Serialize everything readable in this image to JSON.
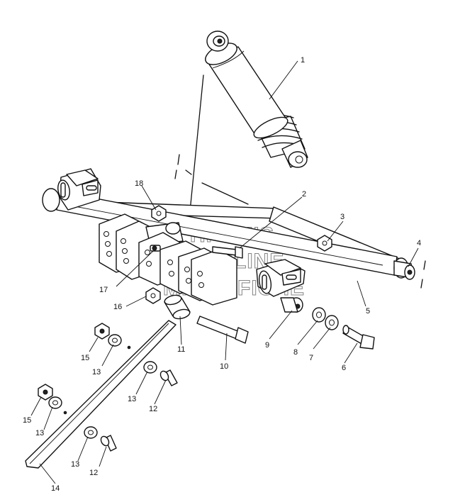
{
  "watermark": {
    "line1": "HI-SM'S",
    "line2": "ONLINE",
    "line3": "MICROFICHE"
  },
  "callouts": [
    {
      "id": "1",
      "label": "1"
    },
    {
      "id": "2",
      "label": "2"
    },
    {
      "id": "3",
      "label": "3"
    },
    {
      "id": "4",
      "label": "4"
    },
    {
      "id": "5",
      "label": "5"
    },
    {
      "id": "6",
      "label": "6"
    },
    {
      "id": "7",
      "label": "7"
    },
    {
      "id": "8",
      "label": "8"
    },
    {
      "id": "9",
      "label": "9"
    },
    {
      "id": "10",
      "label": "10"
    },
    {
      "id": "11",
      "label": "11"
    },
    {
      "id": "12a",
      "label": "12"
    },
    {
      "id": "12b",
      "label": "12"
    },
    {
      "id": "13a",
      "label": "13"
    },
    {
      "id": "13b",
      "label": "13"
    },
    {
      "id": "13c",
      "label": "13"
    },
    {
      "id": "13d",
      "label": "13"
    },
    {
      "id": "14",
      "label": "14"
    },
    {
      "id": "15a",
      "label": "15"
    },
    {
      "id": "15b",
      "label": "15"
    },
    {
      "id": "16",
      "label": "16"
    },
    {
      "id": "17",
      "label": "17"
    },
    {
      "id": "18",
      "label": "18"
    }
  ]
}
